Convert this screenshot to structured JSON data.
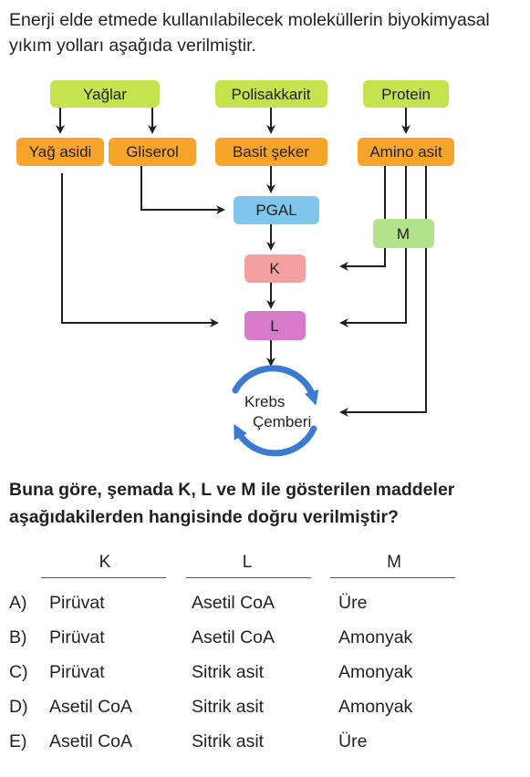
{
  "intro": "Enerji elde etmede kullanılabilecek moleküllerin biyokimyasal yıkım yolları aşağıda verilmiştir.",
  "diagram": {
    "nodes": {
      "yaglar": "Yağlar",
      "polisakkarit": "Polisakkarit",
      "protein": "Protein",
      "yag_asidi": "Yağ asidi",
      "gliserol": "Gliserol",
      "basit_seker": "Basit şeker",
      "amino_asit": "Amino asit",
      "pgal": "PGAL",
      "m": "M",
      "k": "K",
      "l": "L",
      "krebs_line1": "Krebs",
      "krebs_line2": "Çemberi"
    },
    "colors": {
      "green": "#c4e34d",
      "orange": "#f7a42b",
      "blue": "#7fc6ec",
      "light_green": "#b3e28c",
      "pink": "#f4a0a0",
      "magenta": "#d77ac9",
      "cycle_blue": "#3a7bd0"
    }
  },
  "question": "Buna göre, şemada K, L ve M ile gösterilen maddeler aşağıdakilerden hangisinde doğru verilmiştir?",
  "columns": {
    "k": "K",
    "l": "L",
    "m": "M"
  },
  "options": [
    {
      "letter": "A)",
      "k": "Pirüvat",
      "l": "Asetil CoA",
      "m": "Üre"
    },
    {
      "letter": "B)",
      "k": "Pirüvat",
      "l": "Asetil CoA",
      "m": "Amonyak"
    },
    {
      "letter": "C)",
      "k": "Pirüvat",
      "l": "Sitrik asit",
      "m": "Amonyak"
    },
    {
      "letter": "D)",
      "k": "Asetil CoA",
      "l": "Sitrik asit",
      "m": "Amonyak"
    },
    {
      "letter": "E)",
      "k": "Asetil CoA",
      "l": "Sitrik asit",
      "m": "Üre"
    }
  ]
}
